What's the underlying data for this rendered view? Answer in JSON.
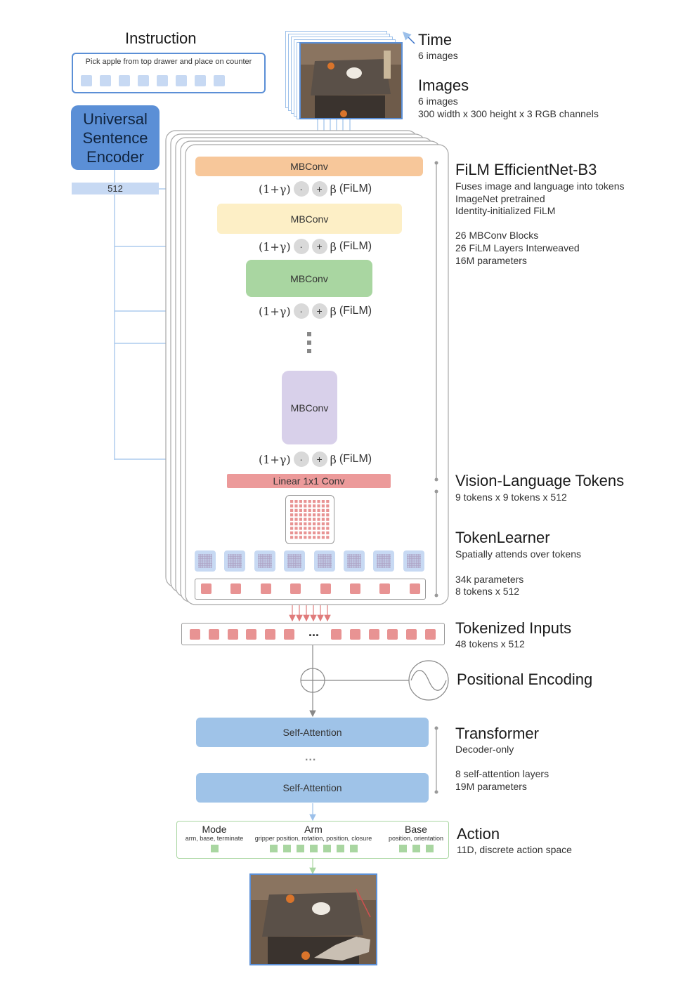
{
  "instruction": {
    "title": "Instruction",
    "text": "Pick apple from top drawer and place on counter"
  },
  "encoder": {
    "label": "Universal Sentence Encoder",
    "dim": "512"
  },
  "time": {
    "title": "Time",
    "sub": "6 images"
  },
  "images": {
    "title": "Images",
    "lines": [
      "6 images",
      "300 width x 300 height x 3 RGB channels"
    ]
  },
  "film_block": {
    "title": "FiLM EfficientNet-B3",
    "lines": [
      "Fuses image and language into tokens",
      "ImageNet pretrained",
      "Identity-initialized FiLM"
    ],
    "lines2": [
      "26 MBConv Blocks",
      "26 FiLM Layers Interweaved",
      "16M parameters"
    ],
    "mbconv_label": "MBConv",
    "film_formula": "(1+γ)",
    "dot": "·",
    "plus": "+",
    "beta": "β",
    "film_suffix": "(FiLM)",
    "linear_conv": "Linear 1x1 Conv"
  },
  "vl_tokens": {
    "title": "Vision-Language Tokens",
    "sub": "9 tokens x 9 tokens x 512"
  },
  "tokenlearner": {
    "title": "TokenLearner",
    "sub": "Spatially attends over tokens",
    "lines": [
      "34k parameters",
      "8 tokens x 512"
    ]
  },
  "tokenized": {
    "title": "Tokenized Inputs",
    "sub": "48 tokens x 512",
    "ellipsis": "..."
  },
  "positional": {
    "title": "Positional Encoding"
  },
  "transformer": {
    "title": "Transformer",
    "sub": "Decoder-only",
    "lines": [
      "8 self-attention layers",
      "19M parameters"
    ],
    "layer_label": "Self-Attention",
    "ellipsis": "..."
  },
  "action": {
    "title": "Action",
    "sub": "11D, discrete action space",
    "groups": [
      {
        "name": "Mode",
        "desc": "arm, base, terminate",
        "count": 1
      },
      {
        "name": "Arm",
        "desc": "gripper position, rotation, position, closure",
        "count": 7
      },
      {
        "name": "Base",
        "desc": "position, orientation",
        "count": 3
      }
    ]
  },
  "colors": {
    "mbconv_orange": "#f7c79a",
    "mbconv_yellow": "#fdefc6",
    "mbconv_green": "#a9d6a1",
    "mbconv_purple": "#d8d0ea",
    "linear_red": "#ec9a9a",
    "token_red": "#e89393",
    "encoder_blue": "#5b8fd6",
    "light_blue": "#c7d9f3",
    "attn_blue": "#9fc3e8",
    "action_green": "#a9d6a1",
    "line_blue": "#9cc0ea"
  }
}
